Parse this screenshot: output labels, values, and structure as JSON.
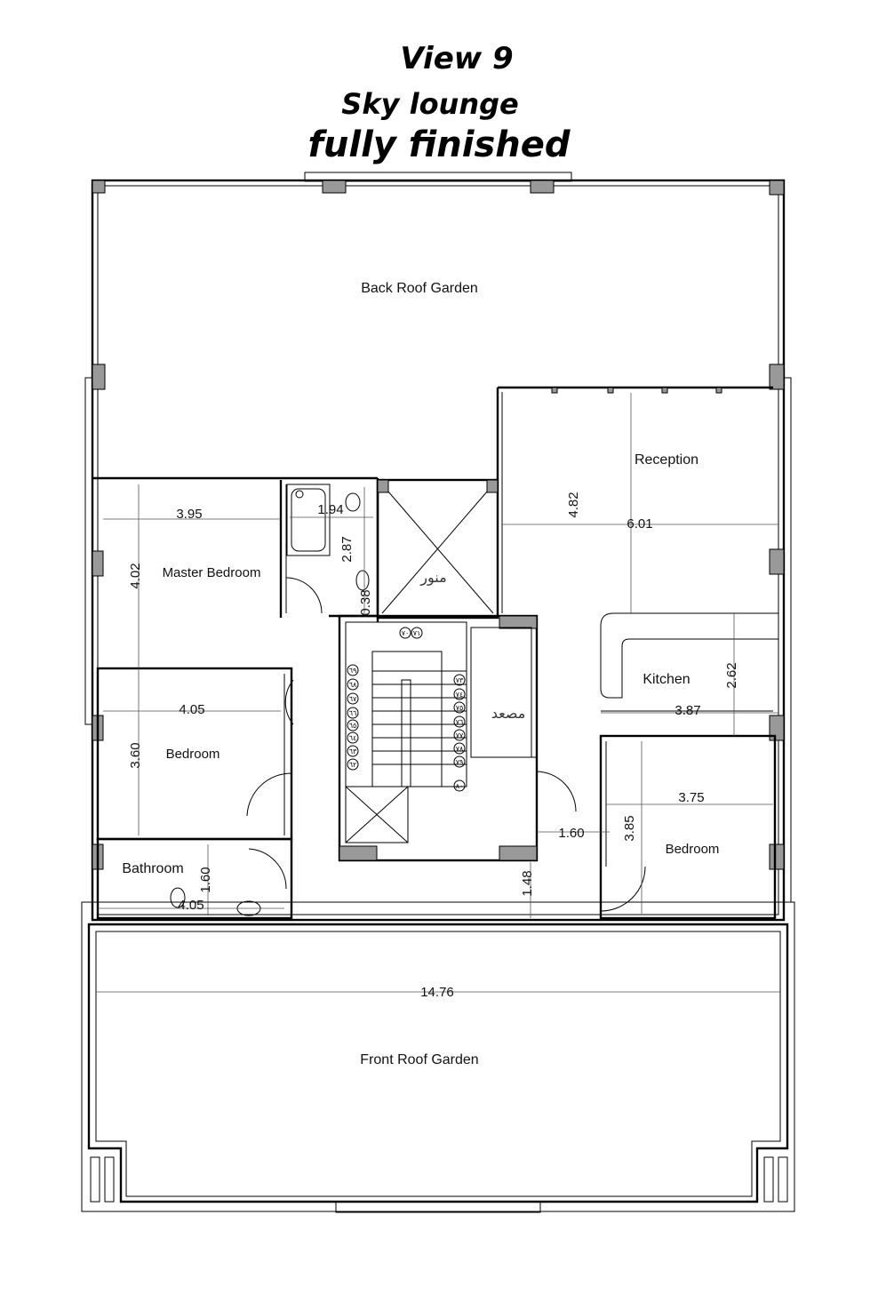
{
  "title": {
    "line1": "View 9",
    "line2": "Sky lounge",
    "line3": "fully finished"
  },
  "rooms": {
    "back_roof_garden": "Back Roof Garden",
    "reception": "Reception",
    "master_bedroom": "Master Bedroom",
    "kitchen": "Kitchen",
    "bedroom_left": "Bedroom",
    "bedroom_right": "Bedroom",
    "bathroom": "Bathroom",
    "front_roof_garden": "Front Roof Garden",
    "light_well": "منور",
    "elevator": "مصعد"
  },
  "dimensions": {
    "master_width": "3.95",
    "master_depth": "4.02",
    "bath_top_width": "1.94",
    "bath_top_depth": "2.87",
    "bath_top_small": "0.38",
    "reception_depth": "4.82",
    "reception_width": "6.01",
    "kitchen_depth": "2.62",
    "kitchen_width": "3.87",
    "bedroom_left_width": "4.05",
    "bedroom_left_depth": "3.60",
    "bedroom_right_width": "3.75",
    "bedroom_right_depth": "3.85",
    "corridor_width": "1.60",
    "corridor_depth": "1.48",
    "bathroom_depth": "1.60",
    "bathroom_width": "4.05",
    "front_garden_width": "14.76"
  },
  "stairs": {
    "left": [
      "٦٩",
      "٦٨",
      "٦٧",
      "٦٦",
      "٦٥",
      "٦٤",
      "٦٣",
      "٦٢"
    ],
    "right": [
      "٧٣",
      "٧٤",
      "٧٥",
      "٧٦",
      "٧٧",
      "٧٨",
      "٧٩",
      "٨٠"
    ],
    "top": [
      "٧٠",
      "٧١"
    ]
  }
}
